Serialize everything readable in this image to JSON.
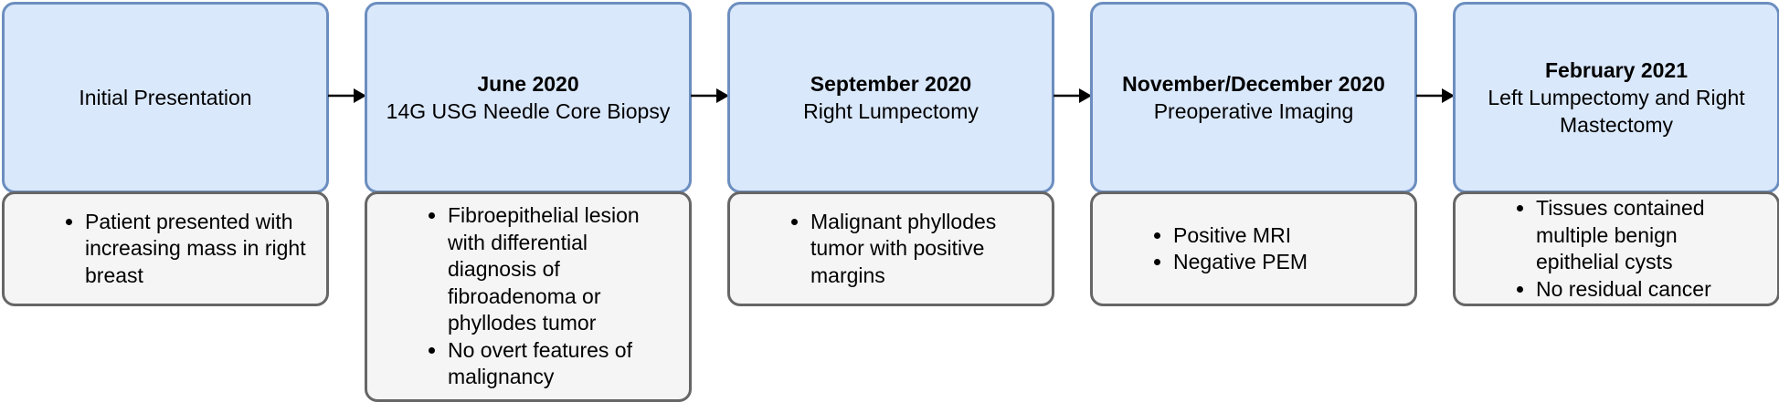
{
  "steps": [
    {
      "date": "",
      "event": "Initial Presentation",
      "notes": [
        "Patient presented with increasing mass in right breast"
      ]
    },
    {
      "date": "June 2020",
      "event": "14G USG Needle Core Biopsy",
      "notes": [
        "Fibroepithelial lesion with differential diagnosis of fibroadenoma or phyllodes tumor",
        "No overt features of malignancy"
      ]
    },
    {
      "date": "September 2020",
      "event": "Right Lumpectomy",
      "notes": [
        "Malignant phyllodes tumor with positive margins"
      ]
    },
    {
      "date": "November/December 2020",
      "event": "Preoperative Imaging",
      "notes": [
        "Positive MRI",
        "Negative PEM"
      ]
    },
    {
      "date": "February 2021",
      "event": "Left Lumpectomy and Right Mastectomy",
      "notes": [
        "Tissues contained multiple benign epithelial cysts",
        "No residual cancer"
      ]
    }
  ]
}
